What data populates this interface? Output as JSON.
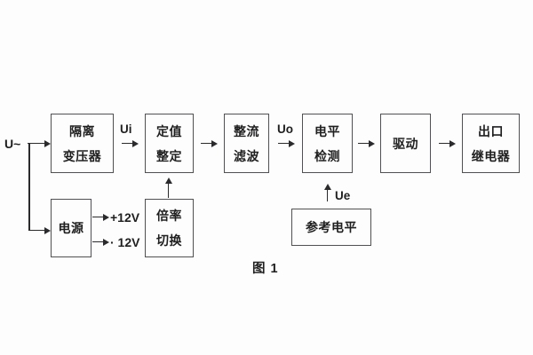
{
  "diagram": {
    "caption": "图 1",
    "input_label": "U~",
    "boxes": {
      "isolation_transformer": {
        "line1": "隔离",
        "line2": "变压器"
      },
      "setpoint_setting": {
        "line1": "定值",
        "line2": "整定"
      },
      "rectifier_filter": {
        "line1": "整流",
        "line2": "滤波"
      },
      "level_detection": {
        "line1": "电平",
        "line2": "检测"
      },
      "drive": {
        "label": "驱动"
      },
      "output_relay": {
        "line1": "出口",
        "line2": "继电器"
      },
      "power_supply": {
        "label": "电源"
      },
      "ratio_switch": {
        "line1": "倍率",
        "line2": "切换"
      },
      "reference_level": {
        "label": "参考电平"
      }
    },
    "signal_labels": {
      "ui": "Ui",
      "uo": "Uo",
      "ue": "Ue",
      "plus_12v": "+12V",
      "minus_12v": "· 12V"
    },
    "colors": {
      "background": "#fdfdfd",
      "box_border": "#505053",
      "line": "#2a2a2c",
      "text": "#1f1f20"
    }
  }
}
